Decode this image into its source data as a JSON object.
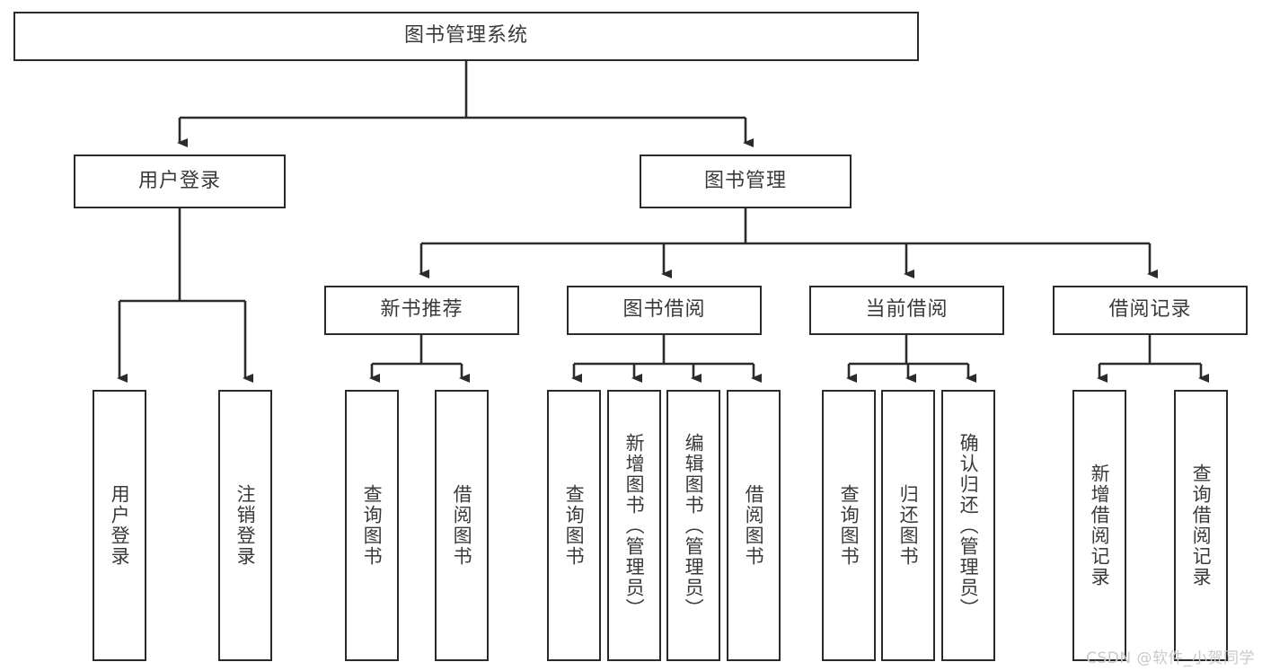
{
  "diagram": {
    "title": "图书管理系统",
    "type": "hierarchy-tree",
    "root": {
      "label": "图书管理系统"
    },
    "level2": [
      {
        "label": "用户登录"
      },
      {
        "label": "图书管理"
      }
    ],
    "level3": [
      {
        "label": "新书推荐"
      },
      {
        "label": "图书借阅"
      },
      {
        "label": "当前借阅"
      },
      {
        "label": "借阅记录"
      }
    ],
    "leaves": {
      "user_login": [
        {
          "label": "用户登录"
        },
        {
          "label": "注销登录"
        }
      ],
      "new_book_recommend": [
        {
          "label": "查询图书"
        },
        {
          "label": "借阅图书"
        }
      ],
      "book_borrow": [
        {
          "label": "查询图书"
        },
        {
          "label": "新增图书（管理员）"
        },
        {
          "label": "编辑图书（管理员）"
        },
        {
          "label": "借阅图书"
        }
      ],
      "current_borrow": [
        {
          "label": "查询图书"
        },
        {
          "label": "归还图书"
        },
        {
          "label": "确认归还（管理员）"
        }
      ],
      "borrow_record": [
        {
          "label": "新增借阅记录"
        },
        {
          "label": "查询借阅记录"
        }
      ]
    }
  },
  "watermark": {
    "text": "CSDN @软件_小贺同学"
  },
  "colors": {
    "stroke": "#2b2b2b",
    "text": "#3a3a3a",
    "background": "#ffffff",
    "watermark": "#c9c9c9"
  }
}
